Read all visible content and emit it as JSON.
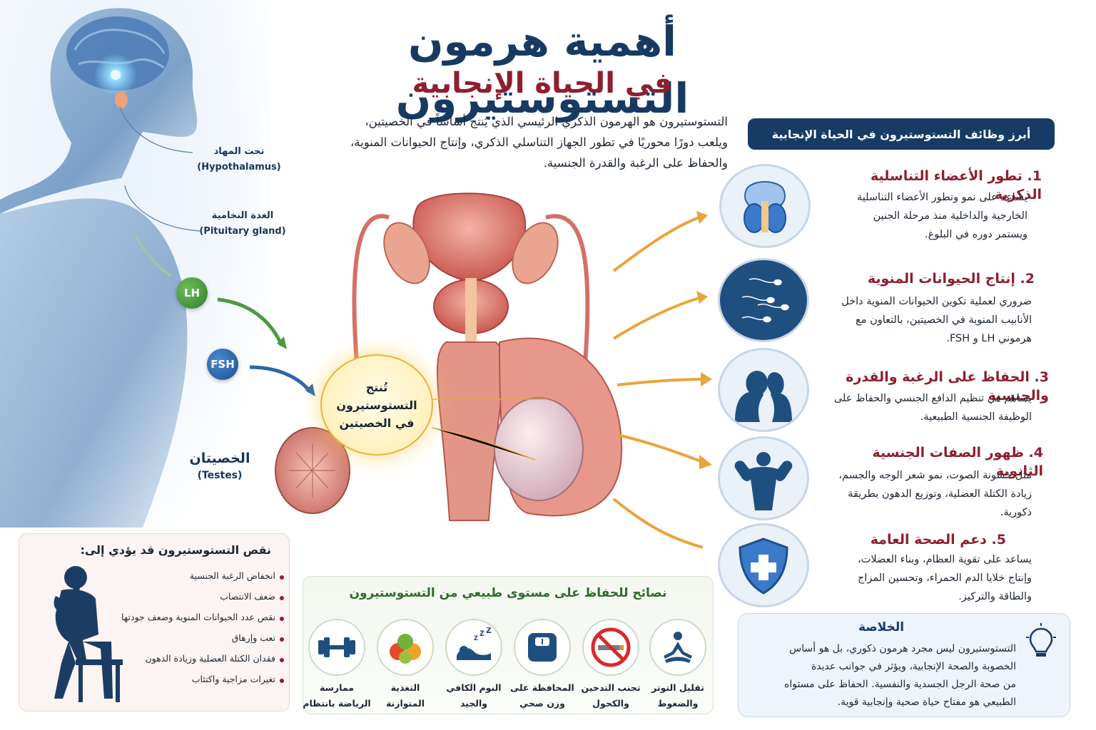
{
  "title": {
    "main": "أهمية هرمون التستوستيرون",
    "sub": "في الحياة الإنجابية"
  },
  "intro": {
    "line1": "التستوستيرون هو الهرمون الذكري الرئيسي الذي يُنتج أساساً في الخصيتين،",
    "line2": "ويلعب دورًا محوريًا في تطور الجهاز التناسلي الذكري، وإنتاج الحيوانات المنوية،",
    "line3": "والحفاظ على الرغبة والقدرة الجنسية."
  },
  "figure": {
    "hypothalamus_ar": "تحت المهاد",
    "hypothalamus_en": "(Hypothalamus)",
    "pituitary_ar": "الغدة النخامية",
    "pituitary_en": "(Pituitary gland)",
    "lh": "LH",
    "fsh": "FSH",
    "testes_ar": "الخصيتان",
    "testes_en": "(Testes)"
  },
  "produce": {
    "line1": "تُنتج",
    "line2": "التستوستيرون",
    "line3": "في الخصيتين"
  },
  "functions": {
    "header": "أبرز وظائف التستوستيرون في الحياة الإنجابية",
    "items": [
      {
        "title": "1. تطور الأعضاء التناسلية الذكرية",
        "l1": "يساعد على نمو وتطور الأعضاء التناسلية",
        "l2": "الخارجية والداخلية منذ مرحلة الجنين",
        "l3": "ويستمر دوره في البلوغ."
      },
      {
        "title": "2. إنتاج الحيوانات المنوية",
        "l1": "ضروري لعملية تكوين الحيوانات المنوية داخل",
        "l2": "الأنابيب المنوية في الخصيتين،  بالتعاون مع",
        "l3": "هرموني LH و FSH."
      },
      {
        "title": "3. الحفاظ على الرغبة والقدرة والجنسية",
        "l1": "يساهم في تنظيم الدافع الجنسي والحفاظ على",
        "l2": "الوظيفة الجنسية الطبيعية.",
        "l3": ""
      },
      {
        "title": "4. ظهور الصفات الجنسية الثانوية",
        "l1": "مثل خشونة الصوت، نمو شعر الوجه والجسم،",
        "l2": "زيادة الكتلة العضلية، وتوزيع الدهون بطريقة",
        "l3": "ذكورية."
      },
      {
        "title": "5. دعم الصحة العامة",
        "l1": "يساعد على تقوية العظام، وبناء العضلات،",
        "l2": "وإنتاج خلايا الدم الحمراء، وتحسين المزاج",
        "l3": "والطاقة والتركيز."
      }
    ]
  },
  "deficiency": {
    "title": "نقص التستوستيرون قد يؤدي إلى:",
    "items": [
      "انخفاض الرغبة الجنسية",
      "ضعف الانتصاب",
      "نقص عدد الحيوانات المنوية وضعف جودتها",
      "تعب وإرهاق",
      "فقدان الكتلة العضلية وزيادة الدهون",
      "تغيرات مزاجية واكتئاب"
    ]
  },
  "tips": {
    "title": "نصائح للحفاظ على مستوى طبيعي من التستوستيرون",
    "items": [
      {
        "icon": "meditation-icon",
        "l1": "تقليل التوتر",
        "l2": "والضغوط"
      },
      {
        "icon": "no-smoking-icon",
        "l1": "تجنب التدخين",
        "l2": "والكحول"
      },
      {
        "icon": "scale-icon",
        "l1": "المحافظة على",
        "l2": "وزن صحي"
      },
      {
        "icon": "sleep-icon",
        "l1": "النوم الكافي",
        "l2": "والجيد"
      },
      {
        "icon": "fruits-icon",
        "l1": "التغذية",
        "l2": "المتوازنة"
      },
      {
        "icon": "dumbbell-icon",
        "l1": "ممارسة",
        "l2": "الرياضة بانتظام"
      }
    ]
  },
  "summary": {
    "title": "الخلاصة",
    "l1": "التستوستيرون ليس مجرد هرمون ذكوري، بل هو أساس",
    "l2": "الخصوبة والصحة الإنجابية، ويؤثر في جوانب عديدة",
    "l3": "من صحة الرجل الجسدية والنفسية. الحفاظ على مستواه",
    "l4": "الطبيعي هو مفتاح حياة صحية وإنجابية قوية."
  },
  "colors": {
    "navy": "#163b65",
    "maroon": "#8e1f2e",
    "green": "#2f6d2a",
    "arrow_orange": "#e9a43a",
    "lh_green": "#3f8f37",
    "fsh_blue": "#2b66ad"
  }
}
